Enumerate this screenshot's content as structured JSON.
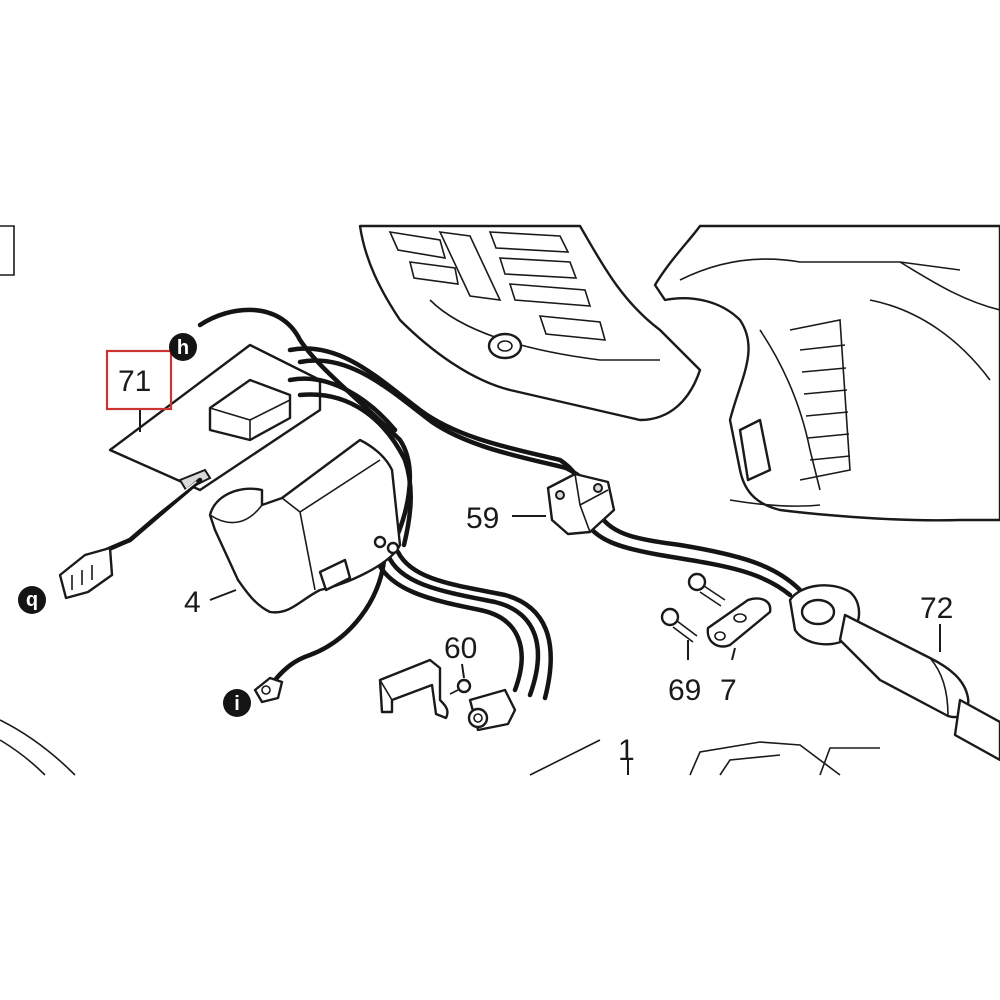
{
  "callouts": {
    "p71": "71",
    "p59": "59",
    "p4": "4",
    "p60": "60",
    "p69": "69",
    "p7": "7",
    "p72": "72",
    "p1": "1"
  },
  "connectors": {
    "h": "h",
    "q": "q",
    "i": "i"
  },
  "colors": {
    "highlight_box": "#cc3333",
    "line": "#1a1a1a"
  }
}
